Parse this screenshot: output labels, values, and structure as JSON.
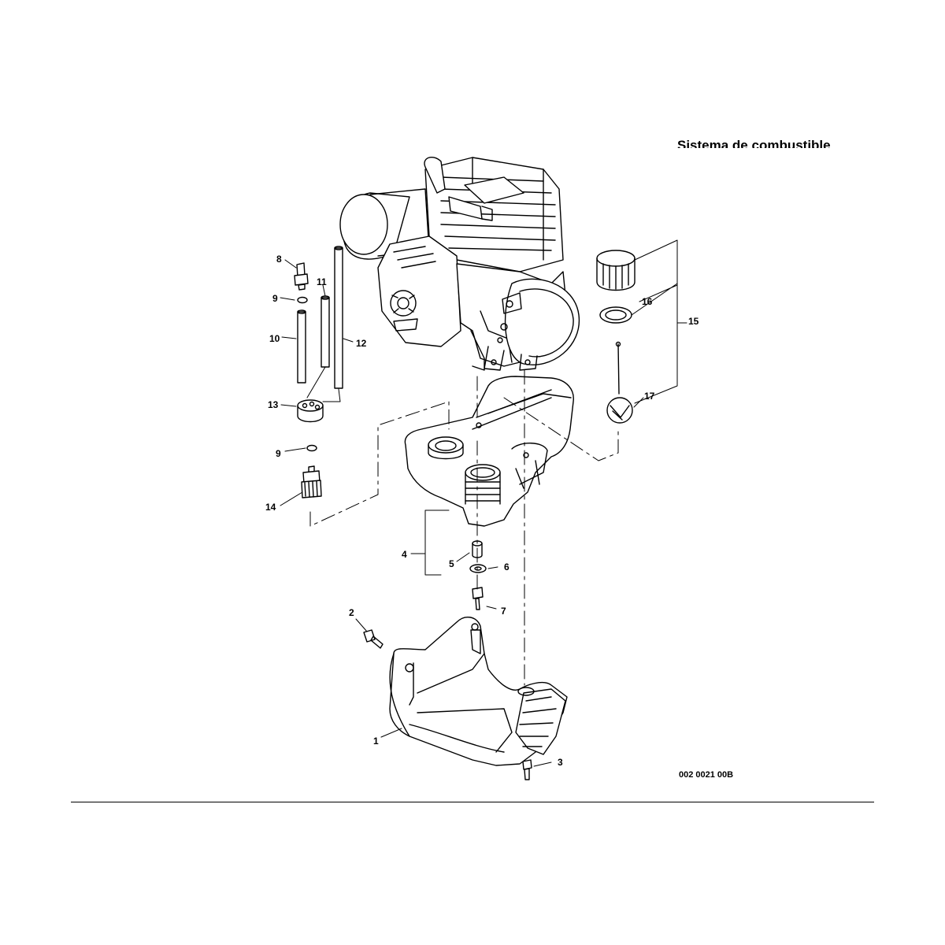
{
  "diagram": {
    "title": "Sistema de combustible",
    "drawing_code": "002 0021 00B",
    "callouts": [
      "1",
      "2",
      "3",
      "4",
      "5",
      "6",
      "7",
      "8",
      "9",
      "9",
      "10",
      "11",
      "12",
      "13",
      "14",
      "15",
      "16",
      "17"
    ]
  }
}
